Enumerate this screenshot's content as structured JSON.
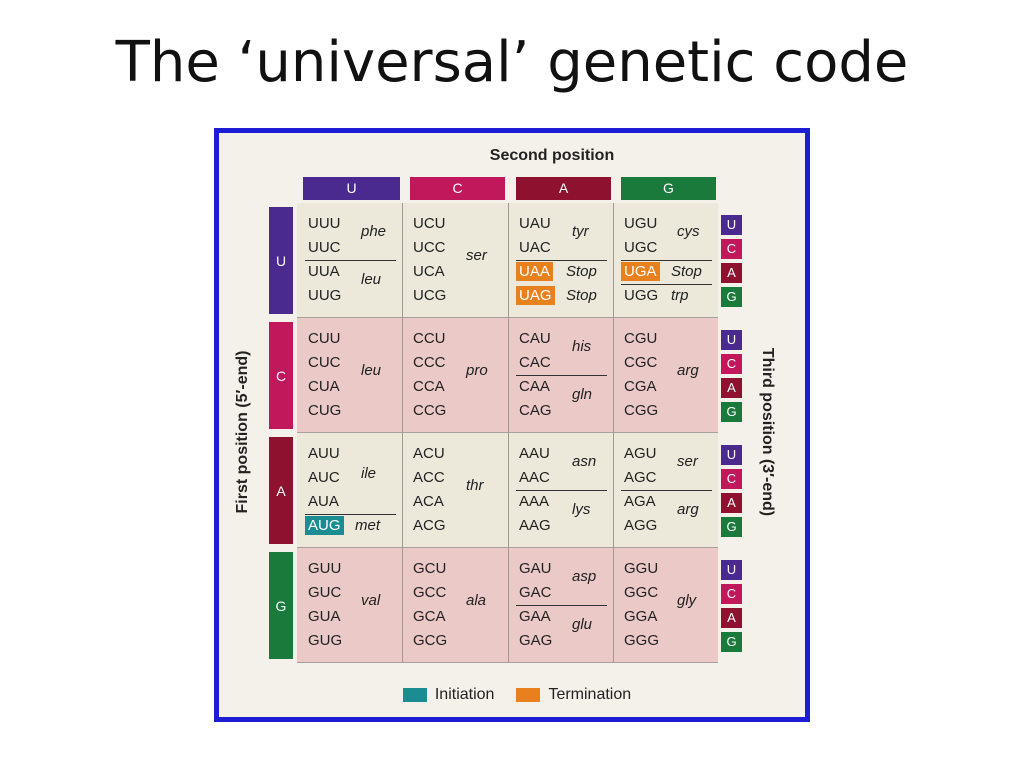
{
  "title": "The ‘universal’ genetic code",
  "second_position_label": "Second position",
  "first_position_label": "First position (5′-end)",
  "third_position_label": "Third position (3′-end)",
  "bases": [
    "U",
    "C",
    "A",
    "G"
  ],
  "colors": {
    "U": "#4a2a8e",
    "C": "#c0185a",
    "A": "#8e1230",
    "G": "#1a7a3c",
    "stop": "#e9801e",
    "init": "#1b8c91",
    "frame": "#1d1dd6"
  },
  "legend": [
    {
      "label": "Initiation",
      "color": "#1b8c91"
    },
    {
      "label": "Termination",
      "color": "#e9801e"
    }
  ],
  "table": [
    {
      "first": "U",
      "cells": [
        {
          "codons": [
            "UUU",
            "UUC",
            "UUA",
            "UUG"
          ],
          "aas": [
            {
              "name": "phe",
              "rows": [
                0,
                1
              ]
            },
            {
              "name": "leu",
              "rows": [
                2,
                3
              ]
            }
          ]
        },
        {
          "codons": [
            "UCU",
            "UCC",
            "UCA",
            "UCG"
          ],
          "aas": [
            {
              "name": "ser",
              "rows": [
                0,
                3
              ]
            }
          ]
        },
        {
          "codons": [
            "UAU",
            "UAC",
            "UAA",
            "UAG"
          ],
          "aas": [
            {
              "name": "tyr",
              "rows": [
                0,
                1
              ]
            },
            {
              "name": "Stop",
              "rows": [
                2,
                2
              ]
            },
            {
              "name": "Stop",
              "rows": [
                3,
                3
              ]
            }
          ],
          "stop": [
            2,
            3
          ]
        },
        {
          "codons": [
            "UGU",
            "UGC",
            "UGA",
            "UGG"
          ],
          "aas": [
            {
              "name": "cys",
              "rows": [
                0,
                1
              ]
            },
            {
              "name": "Stop",
              "rows": [
                2,
                2
              ]
            },
            {
              "name": "trp",
              "rows": [
                3,
                3
              ]
            }
          ],
          "stop": [
            2
          ]
        }
      ]
    },
    {
      "first": "C",
      "cells": [
        {
          "codons": [
            "CUU",
            "CUC",
            "CUA",
            "CUG"
          ],
          "aas": [
            {
              "name": "leu",
              "rows": [
                0,
                3
              ]
            }
          ]
        },
        {
          "codons": [
            "CCU",
            "CCC",
            "CCA",
            "CCG"
          ],
          "aas": [
            {
              "name": "pro",
              "rows": [
                0,
                3
              ]
            }
          ]
        },
        {
          "codons": [
            "CAU",
            "CAC",
            "CAA",
            "CAG"
          ],
          "aas": [
            {
              "name": "his",
              "rows": [
                0,
                1
              ]
            },
            {
              "name": "gln",
              "rows": [
                2,
                3
              ]
            }
          ]
        },
        {
          "codons": [
            "CGU",
            "CGC",
            "CGA",
            "CGG"
          ],
          "aas": [
            {
              "name": "arg",
              "rows": [
                0,
                3
              ]
            }
          ]
        }
      ]
    },
    {
      "first": "A",
      "cells": [
        {
          "codons": [
            "AUU",
            "AUC",
            "AUA",
            "AUG"
          ],
          "aas": [
            {
              "name": "ile",
              "rows": [
                0,
                2
              ]
            },
            {
              "name": "met",
              "rows": [
                3,
                3
              ]
            }
          ],
          "init": [
            3
          ]
        },
        {
          "codons": [
            "ACU",
            "ACC",
            "ACA",
            "ACG"
          ],
          "aas": [
            {
              "name": "thr",
              "rows": [
                0,
                3
              ]
            }
          ]
        },
        {
          "codons": [
            "AAU",
            "AAC",
            "AAA",
            "AAG"
          ],
          "aas": [
            {
              "name": "asn",
              "rows": [
                0,
                1
              ]
            },
            {
              "name": "lys",
              "rows": [
                2,
                3
              ]
            }
          ]
        },
        {
          "codons": [
            "AGU",
            "AGC",
            "AGA",
            "AGG"
          ],
          "aas": [
            {
              "name": "ser",
              "rows": [
                0,
                1
              ]
            },
            {
              "name": "arg",
              "rows": [
                2,
                3
              ]
            }
          ]
        }
      ]
    },
    {
      "first": "G",
      "cells": [
        {
          "codons": [
            "GUU",
            "GUC",
            "GUA",
            "GUG"
          ],
          "aas": [
            {
              "name": "val",
              "rows": [
                0,
                3
              ]
            }
          ]
        },
        {
          "codons": [
            "GCU",
            "GCC",
            "GCA",
            "GCG"
          ],
          "aas": [
            {
              "name": "ala",
              "rows": [
                0,
                3
              ]
            }
          ]
        },
        {
          "codons": [
            "GAU",
            "GAC",
            "GAA",
            "GAG"
          ],
          "aas": [
            {
              "name": "asp",
              "rows": [
                0,
                1
              ]
            },
            {
              "name": "glu",
              "rows": [
                2,
                3
              ]
            }
          ]
        },
        {
          "codons": [
            "GGU",
            "GGC",
            "GGA",
            "GGG"
          ],
          "aas": [
            {
              "name": "gly",
              "rows": [
                0,
                3
              ]
            }
          ]
        }
      ]
    }
  ]
}
